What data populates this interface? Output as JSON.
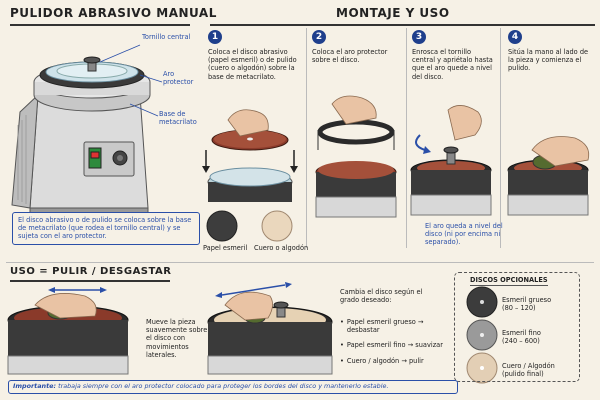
{
  "left_title": "PULIDOR ABRASIVO MANUAL",
  "right_title": "MONTAJE Y USO",
  "labels": {
    "tornillo": "Tornillo central",
    "aro": "Aro protector",
    "base": "Base de metacrilato"
  },
  "machine_note": "El disco abrasivo o de pulido se coloca sobre la base de metacrilato (que rodea el tornillo central) y se sujeta con el aro protector.",
  "steps": [
    {
      "num": "1",
      "text": "Coloca el disco abrasivo (papel esmeril) o de pulido (cuero o algodón) sobre la base de metacrilato."
    },
    {
      "num": "2",
      "text": "Coloca el aro protector sobre el disco."
    },
    {
      "num": "3",
      "text": "Enrosca el tornillo central y apriétalo hasta que el aro quede a nivel del disco."
    },
    {
      "num": "4",
      "text": "Sitúa la mano al lado de la pieza y comienza el pulido."
    }
  ],
  "disc_labels": {
    "esmeril": "Papel esmeril",
    "cuero": "Cuero o algodón"
  },
  "step3_note": "El aro queda a nivel del disco (ni por encima ni separado).",
  "uso_title": "USO = PULIR / DESGASTAR",
  "uso_desc": "Mueve la pieza suavemente sobre el disco con movimientos laterales.",
  "change_title": "Cambia el disco según el grado deseado:",
  "change_items": [
    "Papel esmeril grueso → desbastar",
    "Papel esmeril fino → suavizar",
    "Cuero / algodón → pulir"
  ],
  "optional": {
    "title": "DISCOS OPCIONALES",
    "items": [
      {
        "name": "Esmeril grueso",
        "range": "(80 – 120)",
        "color": "#3c3c3c"
      },
      {
        "name": "Esmeril fino",
        "range": "(240 – 600)",
        "color": "#9a9a9a"
      },
      {
        "name": "Cuero / Algodón",
        "range": "(pulido final)",
        "color": "#e3cfb5"
      }
    ]
  },
  "important_label": "Importante:",
  "important_text": "trabaja siempre con el aro protector colocado para proteger los bordes del disco y mantenerlo estable."
}
